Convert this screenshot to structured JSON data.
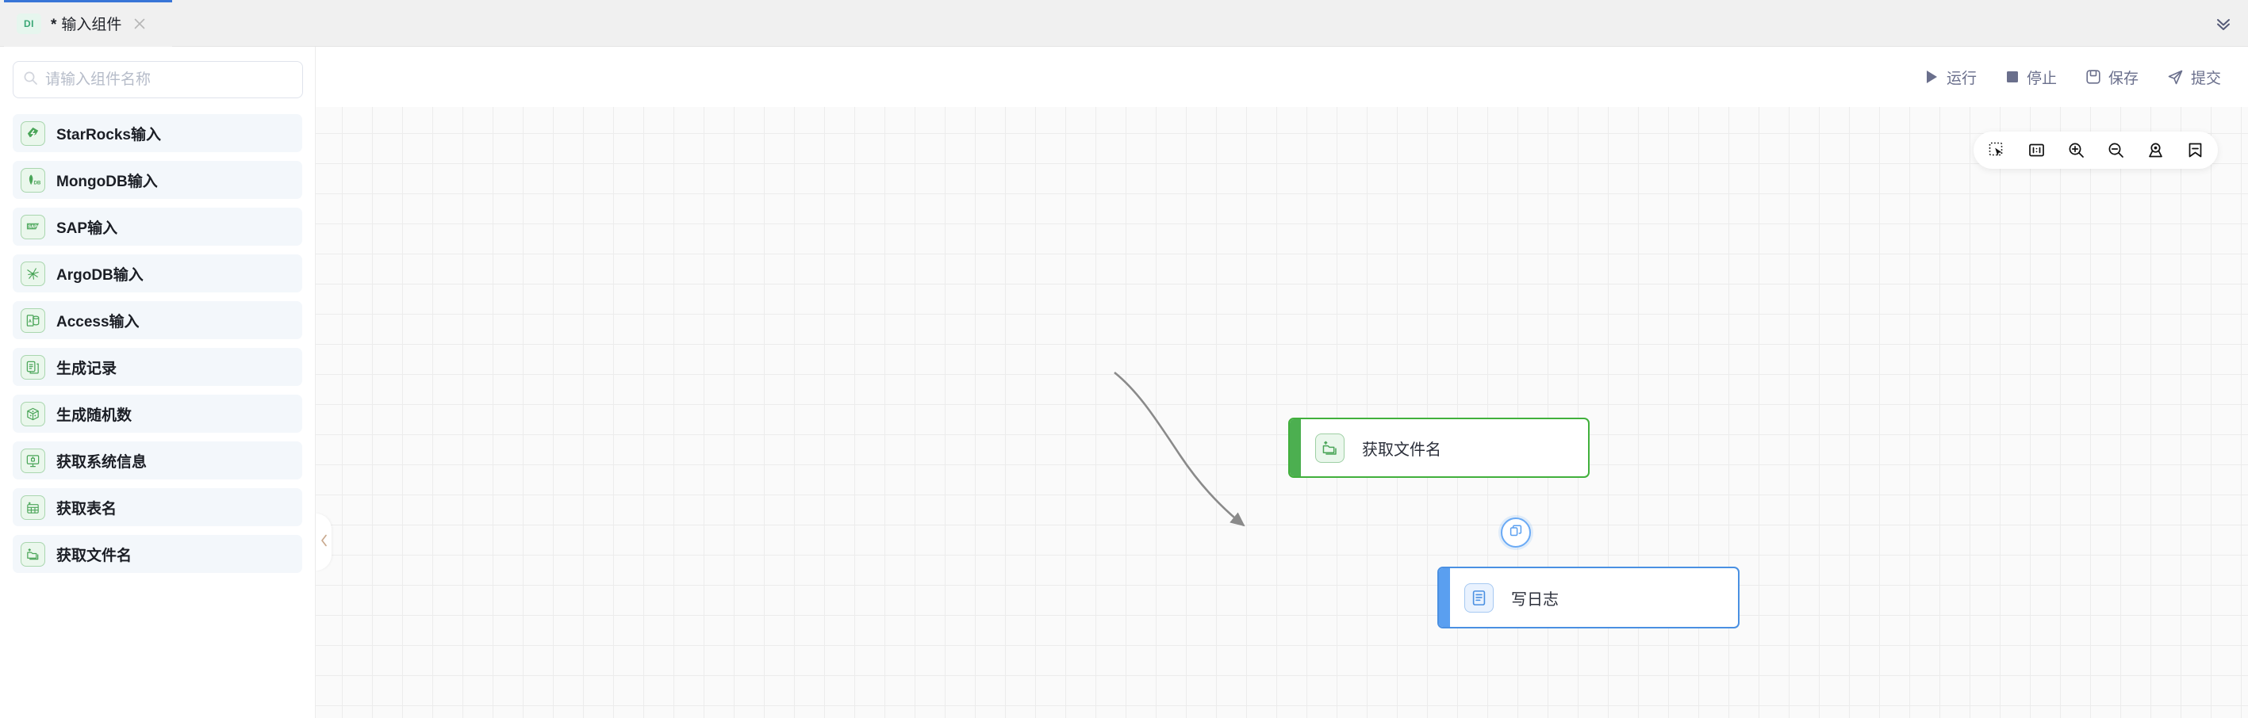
{
  "tab": {
    "badge": "DI",
    "dirty_marker": "*",
    "title": "输入组件",
    "close_icon": "close-icon",
    "collapse_icon": "chevron-double-down-icon"
  },
  "actions": [
    {
      "id": "run",
      "label": "运行",
      "icon": "play-icon"
    },
    {
      "id": "stop",
      "label": "停止",
      "icon": "stop-square-icon"
    },
    {
      "id": "save",
      "label": "保存",
      "icon": "floppy-disk-icon"
    },
    {
      "id": "submit",
      "label": "提交",
      "icon": "paper-plane-icon"
    }
  ],
  "search": {
    "placeholder": "请输入组件名称",
    "value": "",
    "icon": "search-icon"
  },
  "components": [
    {
      "label": "StarRocks输入",
      "icon": "starrocks-icon"
    },
    {
      "label": "MongoDB输入",
      "icon": "mongodb-icon"
    },
    {
      "label": "SAP输入",
      "icon": "sap-icon"
    },
    {
      "label": "ArgoDB输入",
      "icon": "argodb-icon"
    },
    {
      "label": "Access输入",
      "icon": "access-db-icon"
    },
    {
      "label": "生成记录",
      "icon": "generate-record-icon"
    },
    {
      "label": "生成随机数",
      "icon": "random-number-dice-icon"
    },
    {
      "label": "获取系统信息",
      "icon": "system-info-icon"
    },
    {
      "label": "获取表名",
      "icon": "table-name-icon"
    },
    {
      "label": "获取文件名",
      "icon": "file-name-folder-icon"
    }
  ],
  "canvas_toolbar": [
    {
      "id": "select",
      "icon": "marquee-select-icon"
    },
    {
      "id": "fit",
      "icon": "fit-ratio-1-1-icon"
    },
    {
      "id": "zoom-in",
      "icon": "zoom-in-icon"
    },
    {
      "id": "zoom-out",
      "icon": "zoom-out-icon"
    },
    {
      "id": "locate",
      "icon": "locate-pin-icon"
    },
    {
      "id": "bookmark",
      "icon": "bookmark-icon"
    }
  ],
  "canvas": {
    "collapse_handle_icon": "chevron-left-icon",
    "nodes": [
      {
        "id": "get-file-name",
        "label": "获取文件名",
        "icon": "file-name-folder-icon",
        "accent": "#4caf50",
        "border": "#41b03c"
      },
      {
        "id": "write-log",
        "label": "写日志",
        "icon": "write-log-icon",
        "accent": "#5a9ff0",
        "border": "#4a90e2"
      }
    ],
    "edges": [
      {
        "from": "get-file-name",
        "to": "write-log",
        "badge_icon": "copy-duplicate-icon"
      }
    ]
  },
  "colors": {
    "tab_accent": "#3875d7",
    "action_text": "#6a6f8c",
    "node_green": "#41b03c",
    "node_blue": "#4a90e2",
    "sidebar_item_bg": "#f3f7fb",
    "canvas_bg": "#fafafa"
  }
}
